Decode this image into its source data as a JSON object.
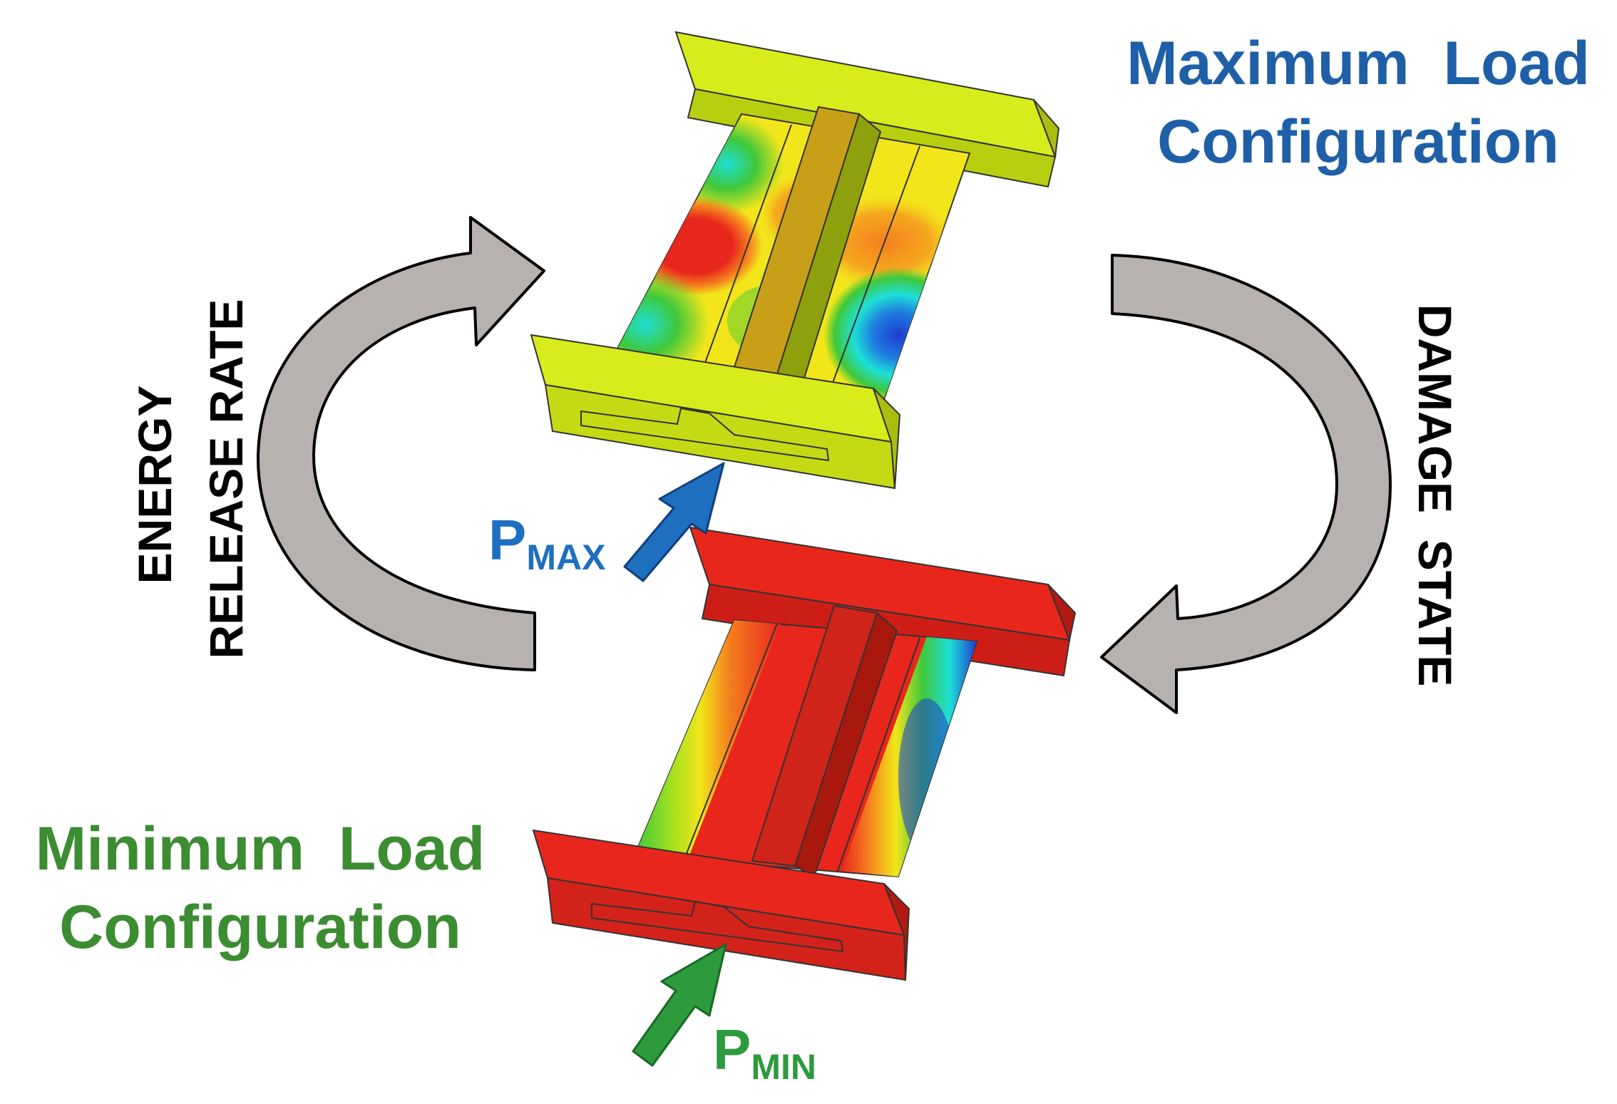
{
  "max_config": {
    "line1": "Maximum  Load",
    "line2": "Configuration",
    "color": "#1f5fa8"
  },
  "min_config": {
    "line1": "Minimum  Load",
    "line2": "Configuration",
    "color": "#3c8c32"
  },
  "left_cycle": {
    "line1": "ENERGY",
    "line2": "RELEASE RATE"
  },
  "right_cycle": {
    "label": "DAMAGE  STATE"
  },
  "p_max": {
    "main": "P",
    "sub": "MAX",
    "color": "#1f6fc0"
  },
  "p_min": {
    "main": "P",
    "sub": "MIN",
    "color": "#2e9a3e"
  },
  "colors": {
    "cycle_arrow_fill": "#b7b2b0",
    "max_model_flange": "#d7ec1a",
    "min_model_flange": "#e8261c",
    "contour_red": "#e8261c",
    "contour_orange": "#f57f1e",
    "contour_yellow": "#f2e61a",
    "contour_green": "#3fc83a",
    "contour_cyan": "#1ee0d8",
    "contour_blue": "#1e3ccf"
  }
}
